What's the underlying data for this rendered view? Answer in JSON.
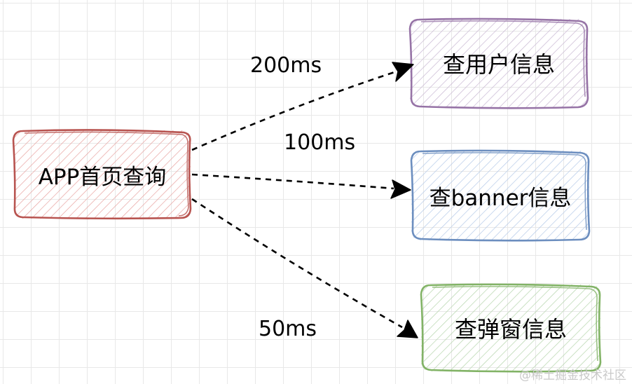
{
  "diagram": {
    "nodes": {
      "source": {
        "label": "APP首页查询",
        "stroke": "#b85450",
        "fill": "#f8cecc"
      },
      "user": {
        "label": "查用户信息",
        "stroke": "#9673a6",
        "fill": "#e1d5e7"
      },
      "banner": {
        "label": "查banner信息",
        "stroke": "#6c8ebf",
        "fill": "#dae8fc"
      },
      "popup": {
        "label": "查弹窗信息",
        "stroke": "#82b366",
        "fill": "#d5e8d4"
      }
    },
    "edges": [
      {
        "from": "source",
        "to": "user",
        "label": "200ms",
        "style": "dashed"
      },
      {
        "from": "source",
        "to": "banner",
        "label": "100ms",
        "style": "dashed"
      },
      {
        "from": "source",
        "to": "popup",
        "label": "50ms",
        "style": "dashed"
      }
    ],
    "grid_color": "#e8e8e8",
    "watermark": "@稀土掘金技术社区"
  }
}
